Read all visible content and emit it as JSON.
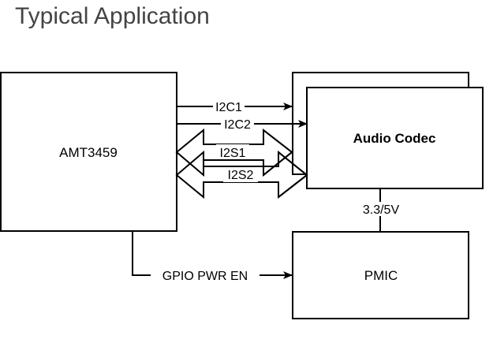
{
  "title": "Typical Application",
  "blocks": {
    "soc": {
      "label": "AMT3459"
    },
    "codec": {
      "label": "Audio Codec",
      "stacked": true
    },
    "pmic": {
      "label": "PMIC"
    }
  },
  "connections": {
    "i2c1": {
      "label": "I2C1",
      "direction": "soc-to-codec"
    },
    "i2c2": {
      "label": "I2C2",
      "direction": "soc-to-codec"
    },
    "i2s1": {
      "label": "I2S1",
      "direction": "bidirectional"
    },
    "i2s2": {
      "label": "I2S2",
      "direction": "bidirectional"
    },
    "power": {
      "label": "3.3/5V",
      "direction": "pmic-to-codec"
    },
    "gpio": {
      "label": "GPIO PWR EN",
      "direction": "soc-to-pmic"
    }
  },
  "colors": {
    "stroke": "#000000",
    "title": "#444444",
    "background": "#ffffff"
  }
}
